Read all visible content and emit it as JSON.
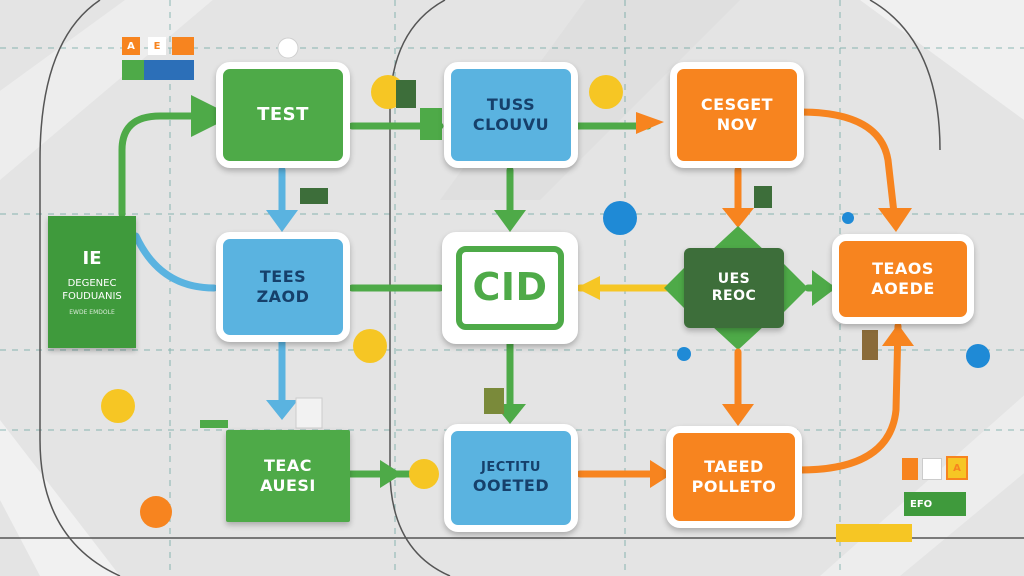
{
  "nodes": {
    "test": {
      "label": "TEST"
    },
    "tuss_cloud": {
      "line1": "TUSS",
      "line2": "CLOUVU"
    },
    "cesget_now": {
      "line1": "CESGET",
      "line2": "NOV"
    },
    "tees_zaod": {
      "line1": "TEES",
      "line2": "ZAOD"
    },
    "cid": {
      "label": "CID"
    },
    "ues_reoc": {
      "line1": "UES",
      "line2": "REOC"
    },
    "teaos_aoede": {
      "line1": "TEAOS",
      "line2": "AOEDE"
    },
    "teac_auesi": {
      "line1": "TEAC",
      "line2": "AUESI"
    },
    "jectitu_ooeted": {
      "line1": "JECTITU",
      "line2": "OOETED"
    },
    "taeed_polleto": {
      "line1": "TAEED",
      "line2": "POLLETO"
    }
  },
  "side_card": {
    "logo": "IE",
    "line1": "DEGENEC",
    "line2": "FOUDUANIS",
    "small": "EWDE EMDOLE"
  },
  "corner_tags": {
    "top_left_1": "A",
    "top_left_2": "E",
    "bottom_right_1": "A",
    "bottom_right_2": "EFO"
  },
  "colors": {
    "green": "#4eaa48",
    "blue": "#5ab3e0",
    "orange": "#f7841f",
    "dark_green": "#3d6e3a",
    "yellow": "#f6c624"
  }
}
